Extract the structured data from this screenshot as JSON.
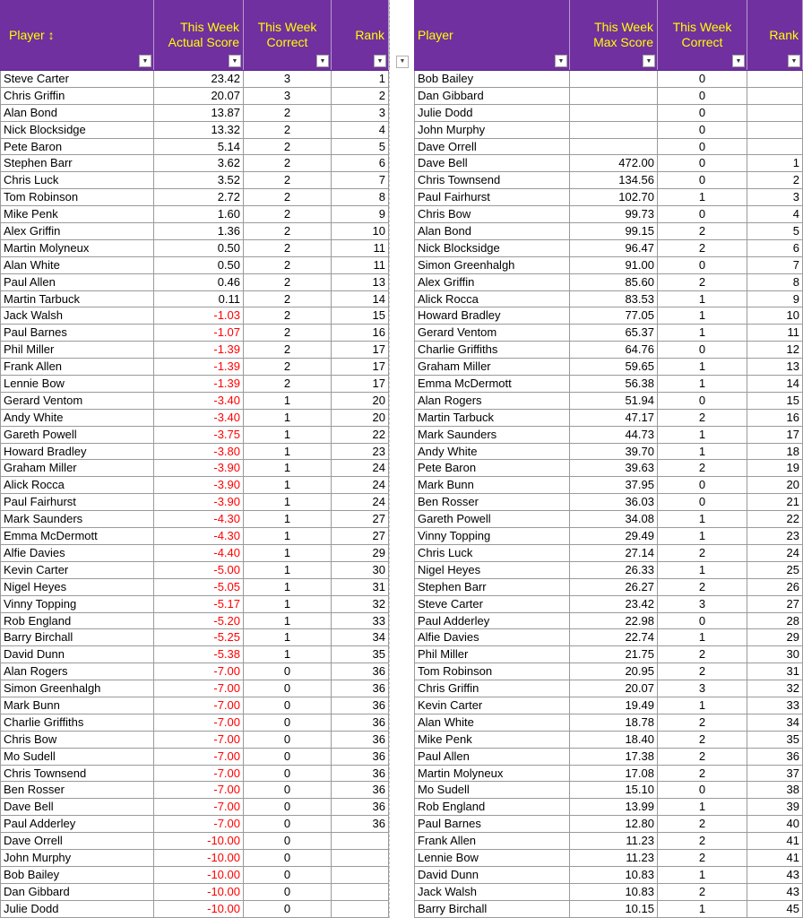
{
  "left": {
    "headers": [
      "Player ↕",
      "This Week Actual Score",
      "This Week Correct",
      "Rank"
    ],
    "rows": [
      [
        "Steve Carter",
        "23.42",
        "3",
        "1"
      ],
      [
        "Chris Griffin",
        "20.07",
        "3",
        "2"
      ],
      [
        "Alan Bond",
        "13.87",
        "2",
        "3"
      ],
      [
        "Nick Blocksidge",
        "13.32",
        "2",
        "4"
      ],
      [
        "Pete Baron",
        "5.14",
        "2",
        "5"
      ],
      [
        "Stephen Barr",
        "3.62",
        "2",
        "6"
      ],
      [
        "Chris Luck",
        "3.52",
        "2",
        "7"
      ],
      [
        "Tom Robinson",
        "2.72",
        "2",
        "8"
      ],
      [
        "Mike Penk",
        "1.60",
        "2",
        "9"
      ],
      [
        "Alex Griffin",
        "1.36",
        "2",
        "10"
      ],
      [
        "Martin Molyneux",
        "0.50",
        "2",
        "11"
      ],
      [
        "Alan White",
        "0.50",
        "2",
        "11"
      ],
      [
        "Paul Allen",
        "0.46",
        "2",
        "13"
      ],
      [
        "Martin Tarbuck",
        "0.11",
        "2",
        "14"
      ],
      [
        "Jack Walsh",
        "-1.03",
        "2",
        "15"
      ],
      [
        "Paul Barnes",
        "-1.07",
        "2",
        "16"
      ],
      [
        "Phil Miller",
        "-1.39",
        "2",
        "17"
      ],
      [
        "Frank Allen",
        "-1.39",
        "2",
        "17"
      ],
      [
        "Lennie Bow",
        "-1.39",
        "2",
        "17"
      ],
      [
        "Gerard Ventom",
        "-3.40",
        "1",
        "20"
      ],
      [
        "Andy White",
        "-3.40",
        "1",
        "20"
      ],
      [
        "Gareth Powell",
        "-3.75",
        "1",
        "22"
      ],
      [
        "Howard Bradley",
        "-3.80",
        "1",
        "23"
      ],
      [
        "Graham Miller",
        "-3.90",
        "1",
        "24"
      ],
      [
        "Alick Rocca",
        "-3.90",
        "1",
        "24"
      ],
      [
        "Paul Fairhurst",
        "-3.90",
        "1",
        "24"
      ],
      [
        "Mark Saunders",
        "-4.30",
        "1",
        "27"
      ],
      [
        "Emma McDermott",
        "-4.30",
        "1",
        "27"
      ],
      [
        "Alfie Davies",
        "-4.40",
        "1",
        "29"
      ],
      [
        "Kevin Carter",
        "-5.00",
        "1",
        "30"
      ],
      [
        "Nigel Heyes",
        "-5.05",
        "1",
        "31"
      ],
      [
        "Vinny Topping",
        "-5.17",
        "1",
        "32"
      ],
      [
        "Rob England",
        "-5.20",
        "1",
        "33"
      ],
      [
        "Barry Birchall",
        "-5.25",
        "1",
        "34"
      ],
      [
        "David Dunn",
        "-5.38",
        "1",
        "35"
      ],
      [
        "Alan Rogers",
        "-7.00",
        "0",
        "36"
      ],
      [
        "Simon Greenhalgh",
        "-7.00",
        "0",
        "36"
      ],
      [
        "Mark Bunn",
        "-7.00",
        "0",
        "36"
      ],
      [
        "Charlie Griffiths",
        "-7.00",
        "0",
        "36"
      ],
      [
        "Chris Bow",
        "-7.00",
        "0",
        "36"
      ],
      [
        "Mo Sudell",
        "-7.00",
        "0",
        "36"
      ],
      [
        "Chris Townsend",
        "-7.00",
        "0",
        "36"
      ],
      [
        "Ben Rosser",
        "-7.00",
        "0",
        "36"
      ],
      [
        "Dave Bell",
        "-7.00",
        "0",
        "36"
      ],
      [
        "Paul Adderley",
        "-7.00",
        "0",
        "36"
      ],
      [
        "Dave Orrell",
        "-10.00",
        "0",
        ""
      ],
      [
        "John Murphy",
        "-10.00",
        "0",
        ""
      ],
      [
        "Bob Bailey",
        "-10.00",
        "0",
        ""
      ],
      [
        "Dan Gibbard",
        "-10.00",
        "0",
        ""
      ],
      [
        "Julie Dodd",
        "-10.00",
        "0",
        ""
      ]
    ]
  },
  "right": {
    "headers": [
      "Player",
      "This Week Max Score",
      "This Week Correct",
      "Rank"
    ],
    "rows": [
      [
        "Bob Bailey",
        "",
        "0",
        ""
      ],
      [
        "Dan Gibbard",
        "",
        "0",
        ""
      ],
      [
        "Julie Dodd",
        "",
        "0",
        ""
      ],
      [
        "John Murphy",
        "",
        "0",
        ""
      ],
      [
        "Dave Orrell",
        "",
        "0",
        ""
      ],
      [
        "Dave Bell",
        "472.00",
        "0",
        "1"
      ],
      [
        "Chris Townsend",
        "134.56",
        "0",
        "2"
      ],
      [
        "Paul Fairhurst",
        "102.70",
        "1",
        "3"
      ],
      [
        "Chris Bow",
        "99.73",
        "0",
        "4"
      ],
      [
        "Alan Bond",
        "99.15",
        "2",
        "5"
      ],
      [
        "Nick Blocksidge",
        "96.47",
        "2",
        "6"
      ],
      [
        "Simon Greenhalgh",
        "91.00",
        "0",
        "7"
      ],
      [
        "Alex Griffin",
        "85.60",
        "2",
        "8"
      ],
      [
        "Alick Rocca",
        "83.53",
        "1",
        "9"
      ],
      [
        "Howard Bradley",
        "77.05",
        "1",
        "10"
      ],
      [
        "Gerard Ventom",
        "65.37",
        "1",
        "11"
      ],
      [
        "Charlie Griffiths",
        "64.76",
        "0",
        "12"
      ],
      [
        "Graham Miller",
        "59.65",
        "1",
        "13"
      ],
      [
        "Emma McDermott",
        "56.38",
        "1",
        "14"
      ],
      [
        "Alan Rogers",
        "51.94",
        "0",
        "15"
      ],
      [
        "Martin Tarbuck",
        "47.17",
        "2",
        "16"
      ],
      [
        "Mark Saunders",
        "44.73",
        "1",
        "17"
      ],
      [
        "Andy White",
        "39.70",
        "1",
        "18"
      ],
      [
        "Pete Baron",
        "39.63",
        "2",
        "19"
      ],
      [
        "Mark Bunn",
        "37.95",
        "0",
        "20"
      ],
      [
        "Ben Rosser",
        "36.03",
        "0",
        "21"
      ],
      [
        "Gareth Powell",
        "34.08",
        "1",
        "22"
      ],
      [
        "Vinny Topping",
        "29.49",
        "1",
        "23"
      ],
      [
        "Chris Luck",
        "27.14",
        "2",
        "24"
      ],
      [
        "Nigel Heyes",
        "26.33",
        "1",
        "25"
      ],
      [
        "Stephen Barr",
        "26.27",
        "2",
        "26"
      ],
      [
        "Steve Carter",
        "23.42",
        "3",
        "27"
      ],
      [
        "Paul Adderley",
        "22.98",
        "0",
        "28"
      ],
      [
        "Alfie Davies",
        "22.74",
        "1",
        "29"
      ],
      [
        "Phil Miller",
        "21.75",
        "2",
        "30"
      ],
      [
        "Tom Robinson",
        "20.95",
        "2",
        "31"
      ],
      [
        "Chris Griffin",
        "20.07",
        "3",
        "32"
      ],
      [
        "Kevin Carter",
        "19.49",
        "1",
        "33"
      ],
      [
        "Alan White",
        "18.78",
        "2",
        "34"
      ],
      [
        "Mike Penk",
        "18.40",
        "2",
        "35"
      ],
      [
        "Paul Allen",
        "17.38",
        "2",
        "36"
      ],
      [
        "Martin Molyneux",
        "17.08",
        "2",
        "37"
      ],
      [
        "Mo Sudell",
        "15.10",
        "0",
        "38"
      ],
      [
        "Rob England",
        "13.99",
        "1",
        "39"
      ],
      [
        "Paul Barnes",
        "12.80",
        "2",
        "40"
      ],
      [
        "Frank Allen",
        "11.23",
        "2",
        "41"
      ],
      [
        "Lennie Bow",
        "11.23",
        "2",
        "41"
      ],
      [
        "David Dunn",
        "10.83",
        "1",
        "43"
      ],
      [
        "Jack Walsh",
        "10.83",
        "2",
        "43"
      ],
      [
        "Barry Birchall",
        "10.15",
        "1",
        "45"
      ]
    ]
  },
  "colors": {
    "header_bg": "#7030a0",
    "header_text": "#ffff00",
    "negative": "#ff0000"
  },
  "icons": {
    "filter": "filter-dropdown-icon"
  }
}
